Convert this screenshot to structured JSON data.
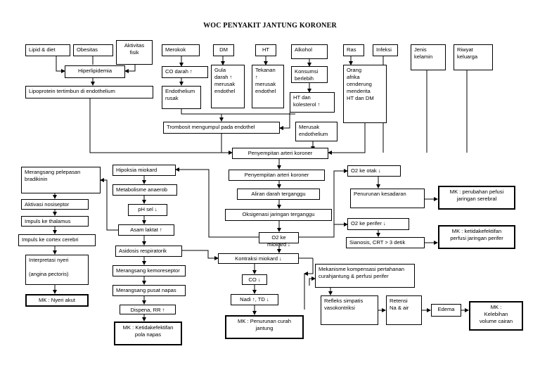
{
  "title": "WOC PENYAKIT JANTUNG KORONER",
  "boxes": {
    "lipid": "Lipid & diet",
    "obesitas": "Obesitas",
    "aktivitas": "Aktivitas\nfisik",
    "merokok": "Merokok",
    "dm": "DM",
    "ht": "HT",
    "alkohol": "Alkohol",
    "ras": "Ras",
    "infeksi": "Infeksi",
    "jenis": "Jenis\nkelamin",
    "riwayat": "Riwyat\nkeluarga",
    "hiperlipidemia": "Hiperlipidemia",
    "lipoprotein": "Lipoprotein tertimbun di endothelium",
    "co_darah": "CO darah ↑",
    "endothelium_rusak": "Endothelium\nrusak",
    "gula": "Gula\ndarah ↑\nmerusak\nendothel",
    "tekanan": "Tekanan\n↑\nmerusak\nendothel",
    "konsumsi": "Konsumsi\nberlebih",
    "ht_kolesterol": "HT dan\nkolesterol ↑",
    "merusak_endothelium": "Merusak\nendothelium",
    "orang_afrika": "Orang\nafrika\ncenderung\nmenderita\nHT dan DM",
    "trombosit": "Trombosit mengumpul pada endothel",
    "penyempitan1": "Penyempitan arteri koroner",
    "penyempitan2": "Penyempitan arteri koroner",
    "aliran": "Aliran darah terganggu",
    "oksigenasi": "Oksigenasi jaringan terganggu",
    "o2_miokard": "O2 ke miokard ↓",
    "kontraksi": "Kontraksi miokard ↓",
    "co": "CO ↓",
    "nadi": "Nadi ↑, TD ↓",
    "mk_curah": "MK : Penurunan curah\njantung",
    "hipoksia": "Hipoksia miokard",
    "metabolisme": "Metabolisme anaerob",
    "ph": "pH sel ↓",
    "asam_laktat": "Asam laktat ↑",
    "asidosis": "Asidosis respiratorik",
    "kemoreseptor": "Merangsang kemoreseptor",
    "pusat_napas": "Merangsang pusat napas",
    "dispena": "Dispena, RR ↑",
    "mk_napas": "MK : Ketidakefektifan\npola napas",
    "bradikinin": "Merangsang pelepasan\nbradikinin",
    "nosiseptor": "Aktivasi nosiseptor",
    "thalamus": "Impuls ke thalamus",
    "cortex": "Impuls ke cortex cerebri",
    "interpretasi": "Interpretasi nyeri\n\n(angina pectoris)",
    "mk_nyeri": "MK : Nyeri akut",
    "o2_otak": "O2 ke otak ↓",
    "kesadaran": "Penurunan kesadaran",
    "mk_serebral": "MK : perubahan pefusi\njaringan serebral",
    "o2_perifer": "O2 ke perifer ↓",
    "sianosis": "Sianosis, CRT > 3 detik",
    "mk_perifer": "MK : ketidakefektifan\nperfusi jaringan perifer",
    "kompensasi": "Mekanisme kompensasi pertahanan\ncurahjantung & perfusi perifer",
    "refleks": "Refleks simpatis\nvasokontriksi",
    "retensi": "Retensi\nNa & air",
    "edema": "Edema",
    "mk_cairan": "MK :\nKelebihan\nvolume cairan"
  }
}
